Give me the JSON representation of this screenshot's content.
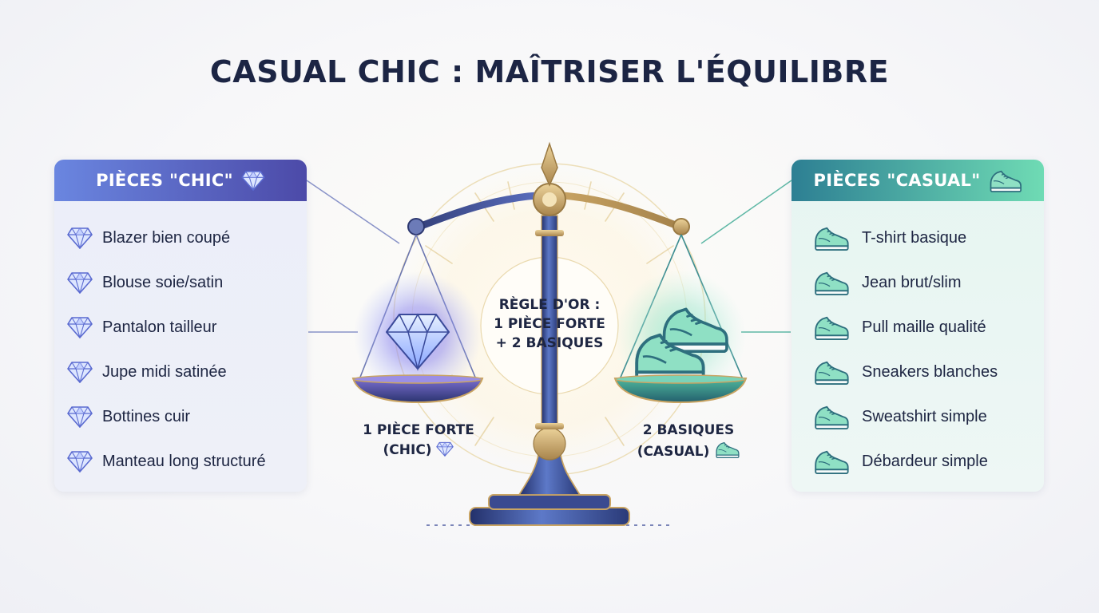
{
  "title": "CASUAL CHIC : MAÎTRISER L'ÉQUILIBRE",
  "chic_panel": {
    "header": "PIÈCES \"CHIC\"",
    "icon": "diamond-icon",
    "items": [
      "Blazer bien coupé",
      "Blouse soie/satin",
      "Pantalon tailleur",
      "Jupe midi satinée",
      "Bottines cuir",
      "Manteau long structuré"
    ]
  },
  "casual_panel": {
    "header": "PIÈCES \"CASUAL\"",
    "icon": "sneaker-icon",
    "items": [
      "T-shirt basique",
      "Jean brut/slim",
      "Pull maille qualité",
      "Sneakers blanches",
      "Sweatshirt simple",
      "Débardeur simple"
    ]
  },
  "center": {
    "line1": "RÈGLE D'OR :",
    "line2": "1 PIÈCE FORTE",
    "line3": "+ 2 BASIQUES"
  },
  "left_pan": {
    "line1": "1 PIÈCE FORTE",
    "line2": "(CHIC)",
    "icon": "diamond-icon"
  },
  "right_pan": {
    "line1": "2 BASIQUES",
    "line2": "(CASUAL)",
    "icon": "sneaker-icon"
  },
  "colors": {
    "chic_accent": "#4c4aa8",
    "casual_accent": "#2d7f93",
    "gold": "#c9a463",
    "text": "#1c2544"
  }
}
